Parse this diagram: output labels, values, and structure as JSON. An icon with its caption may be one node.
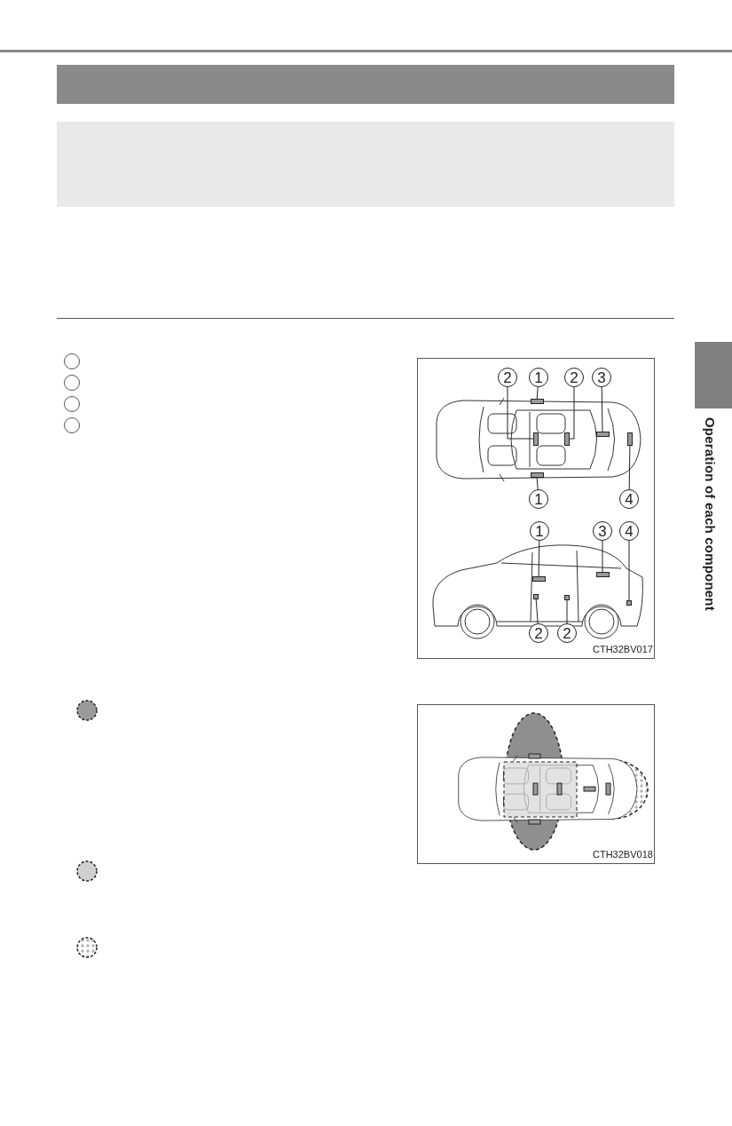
{
  "diagram": {
    "nodes": [
      {
        "text": [
          "2"
        ]
      },
      {
        "text": [
          "1"
        ]
      },
      {
        "text": [
          "2"
        ]
      },
      {
        "text": [
          "3"
        ]
      },
      {
        "text": [
          "1"
        ]
      },
      {
        "text": [
          "4"
        ]
      },
      {
        "text": [
          "1"
        ]
      },
      {
        "text": [
          "3"
        ]
      },
      {
        "text": [
          "4"
        ]
      },
      {
        "text": [
          "2"
        ]
      },
      {
        "text": [
          "2"
        ]
      },
      {
        "text": [],
        "shape": "bar"
      },
      {
        "text": [],
        "shape": "bar"
      },
      {
        "text": [],
        "shape": "bar"
      },
      {
        "text": [],
        "shape": "bar"
      },
      {
        "text": [],
        "shape": "bar"
      },
      {
        "text": [],
        "shape": "bar"
      },
      {
        "text": [],
        "shape": "bar"
      },
      {
        "text": [],
        "shape": "bar"
      },
      {
        "text": [],
        "shape": "bar"
      },
      {
        "text": [],
        "shape": "bar"
      },
      {
        "text": [],
        "shape": "bar"
      },
      {
        "text": [],
        "shape": "box"
      }
    ],
    "edges": [
      {
        "from": 0,
        "to": 12,
        "arrow": "none"
      },
      {
        "from": 1,
        "to": 11,
        "arrow": "none"
      },
      {
        "from": 2,
        "to": 13,
        "arrow": "none"
      },
      {
        "from": 3,
        "to": 14,
        "arrow": "none"
      },
      {
        "from": 4,
        "to": 16,
        "arrow": "none"
      },
      {
        "from": 5,
        "to": 15,
        "arrow": "none"
      },
      {
        "from": 6,
        "to": 17,
        "arrow": "none"
      },
      {
        "from": 7,
        "to": 18,
        "arrow": "none"
      },
      {
        "from": 8,
        "to": 19,
        "arrow": "none"
      },
      {
        "from": 9,
        "to": 20,
        "arrow": "none"
      },
      {
        "from": 10,
        "to": 21,
        "arrow": "none"
      }
    ],
    "labels": [
      "Operation of each component",
      "CTH32BV017",
      "CTH32BV018"
    ]
  }
}
